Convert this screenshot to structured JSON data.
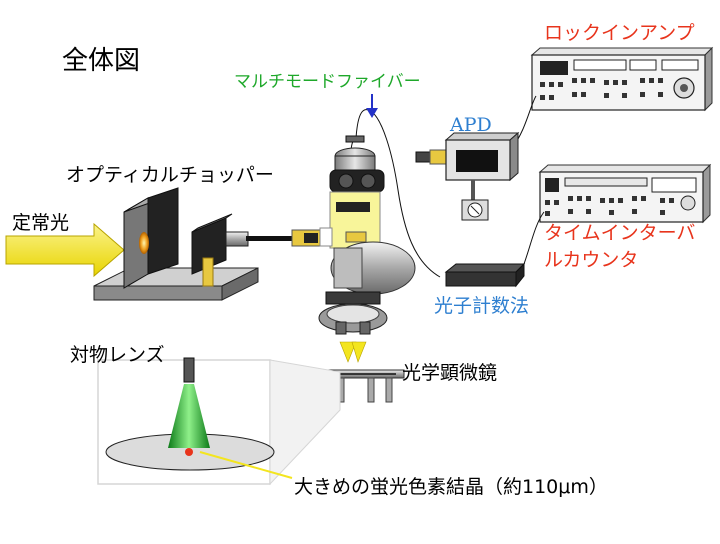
{
  "labels": {
    "title": "全体図",
    "fiber": "マルチモードファイバー",
    "lockin": "ロックインアンプ",
    "apd": "APD",
    "chopper": "オプティカルチョッパー",
    "time_interval_1": "タイムインターバ",
    "time_interval_2": "ルカウンタ",
    "steady_light": "定常光",
    "photon_counting": "光子計数法",
    "objective": "対物レンズ",
    "microscope": "光学顕微鏡",
    "crystal": "大きめの蛍光色素結晶（約110μm）"
  },
  "colors": {
    "red_label": "#e8341c",
    "green_label": "#1ea82a",
    "blue_label": "#2e7fd0",
    "arrow_yellow": "#f3e51f",
    "fiber_arrow": "#2432c8"
  }
}
